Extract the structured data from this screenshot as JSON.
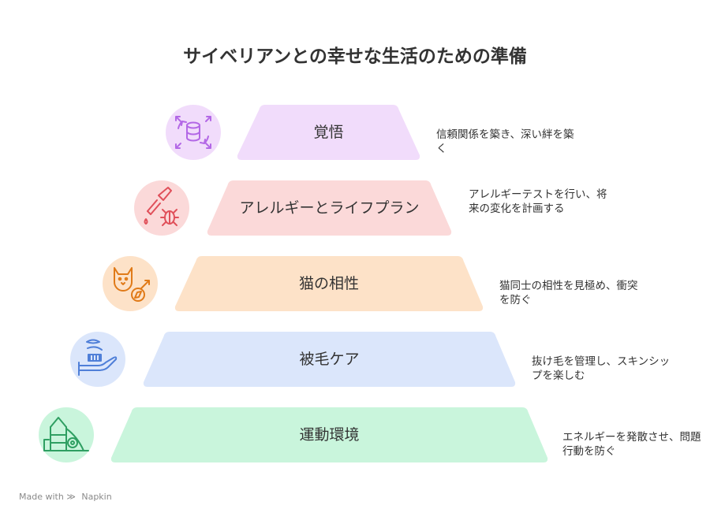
{
  "title": "サイベリアンとの幸せな生活のための準備",
  "levels": [
    {
      "label": "覚悟",
      "description": "信頼関係を築き、深い絆を築く",
      "icon": "database-sync-icon",
      "color": "#f1dcfb",
      "icon_color": "#b368e6"
    },
    {
      "label": "アレルギーとライフプラン",
      "description": "アレルギーテストを行い、将来の変化を計画する",
      "icon": "pipette-bug-icon",
      "color": "#fbd9d9",
      "icon_color": "#e0505a"
    },
    {
      "label": "猫の相性",
      "description": "猫同士の相性を見極め、衝突を防ぐ",
      "icon": "cat-compass-icon",
      "color": "#fde2c8",
      "icon_color": "#e07a18"
    },
    {
      "label": "被毛ケア",
      "description": "抜け毛を管理し、スキンシップを楽しむ",
      "icon": "brush-hand-icon",
      "color": "#dbe6fb",
      "icon_color": "#4f7fd8"
    },
    {
      "label": "運動環境",
      "description": "エネルギーを発散させ、問題行動を防ぐ",
      "icon": "playground-icon",
      "color": "#c9f5dc",
      "icon_color": "#2f9f62"
    }
  ],
  "footer": {
    "made_with": "Made with",
    "brand": "Napkin"
  }
}
